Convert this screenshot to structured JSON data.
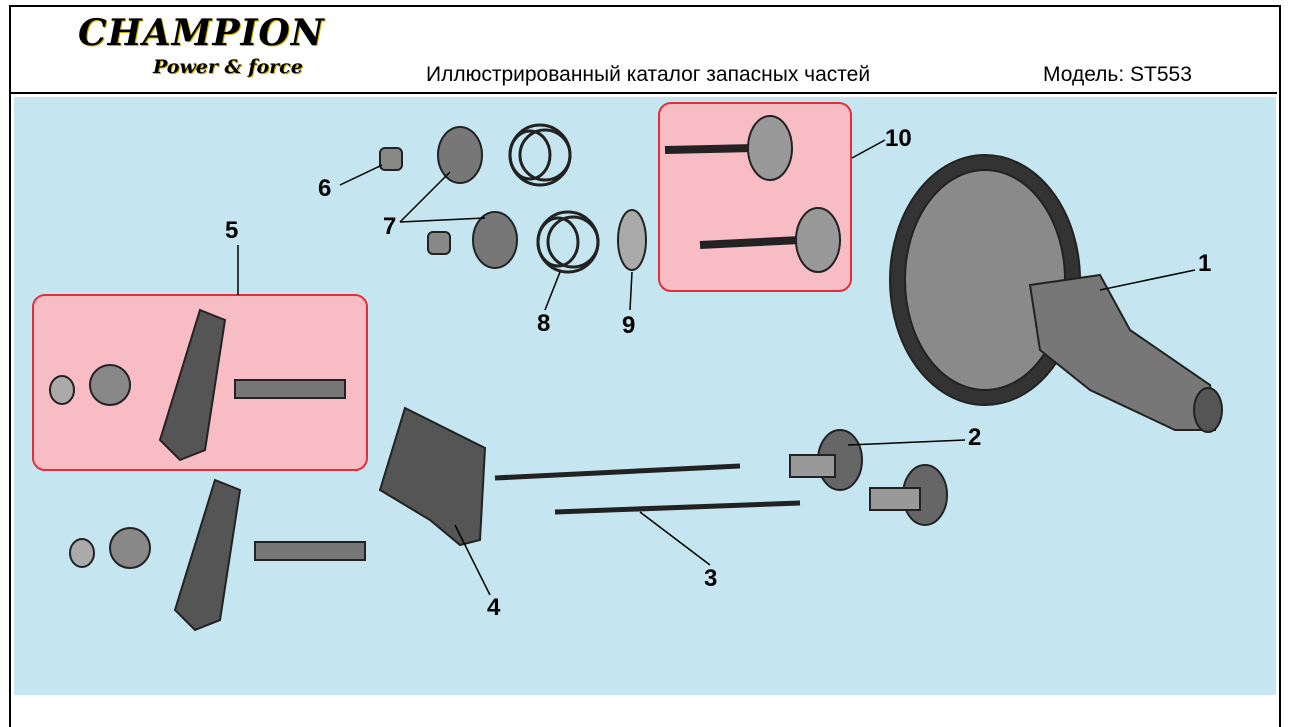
{
  "header": {
    "logo_brand": "CHAMPION",
    "logo_tagline": "Power & force",
    "title": "Иллюстрированный каталог запасных частей",
    "model": "Модель: ST553"
  },
  "diagram": {
    "callouts": [
      "1",
      "2",
      "3",
      "4",
      "5",
      "6",
      "7",
      "8",
      "9",
      "10"
    ],
    "highlight_color": "#f8bcc4",
    "highlight_border": "#e0303c",
    "background_color": "#c5e6f0"
  }
}
